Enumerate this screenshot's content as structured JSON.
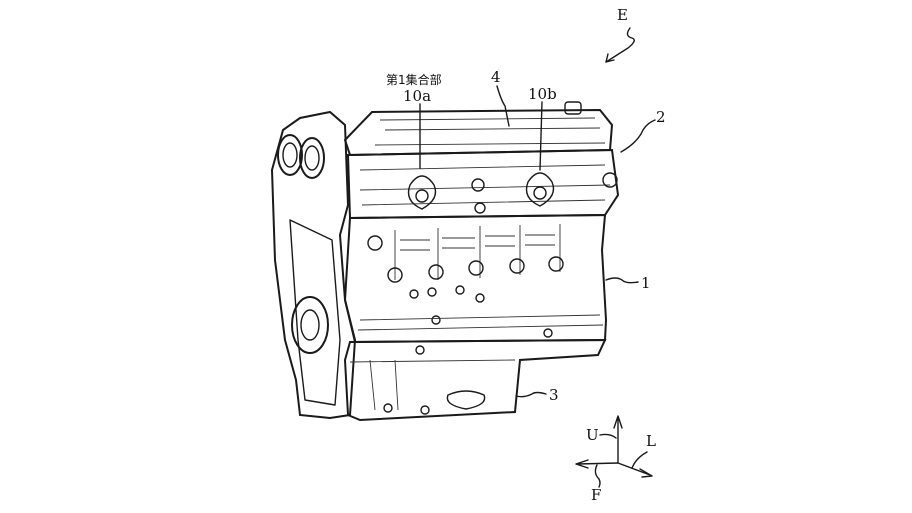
{
  "figure": {
    "assembly_label": "E",
    "part_labels": {
      "collecting_part": "第1集合部",
      "port_a": "10a",
      "cover": "4",
      "port_b": "10b",
      "head": "2",
      "block": "1",
      "oil_pan": "3"
    },
    "axes": {
      "up": "U",
      "left": "L",
      "front": "F"
    }
  }
}
